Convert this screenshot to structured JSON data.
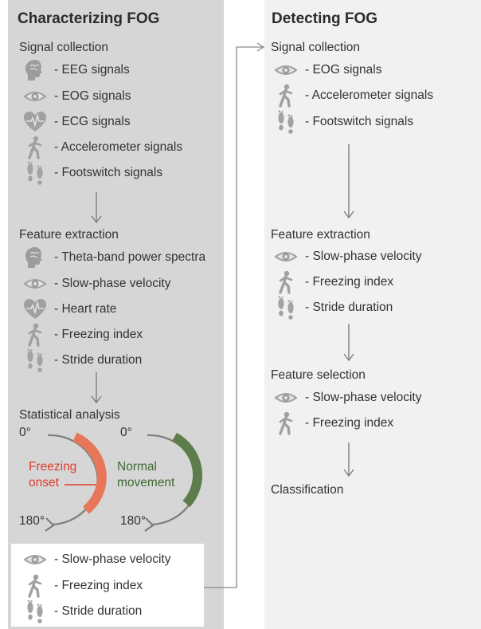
{
  "left_panel": {
    "title": "Characterizing FOG",
    "signal_collection": {
      "heading": "Signal collection",
      "items": [
        {
          "icon": "brain-icon",
          "label": "- EEG signals"
        },
        {
          "icon": "eye-icon",
          "label": "- EOG signals"
        },
        {
          "icon": "heart-icon",
          "label": "- ECG signals"
        },
        {
          "icon": "walking-person-icon",
          "label": "- Accelerometer signals"
        },
        {
          "icon": "footprints-icon",
          "label": "- Footswitch signals"
        }
      ]
    },
    "feature_extraction": {
      "heading": "Feature extraction",
      "items": [
        {
          "icon": "brain-icon",
          "label": "- Theta-band power spectra"
        },
        {
          "icon": "eye-icon",
          "label": "- Slow-phase velocity"
        },
        {
          "icon": "heart-icon",
          "label": "- Heart rate"
        },
        {
          "icon": "walking-person-icon",
          "label": "- Freezing index"
        },
        {
          "icon": "footprints-icon",
          "label": "- Stride duration"
        }
      ]
    },
    "statistical_analysis": {
      "heading": "Statistical analysis",
      "freezing_arc": {
        "start_label": "0°",
        "end_label": "180°",
        "line1": "Freezing",
        "line2": "onset",
        "color": "#e8775a"
      },
      "normal_arc": {
        "start_label": "0°",
        "end_label": "180°",
        "line1": "Normal",
        "line2": "movement",
        "color": "#5d7d4c"
      }
    },
    "selected_features": {
      "items": [
        {
          "icon": "eye-icon",
          "label": "- Slow-phase velocity"
        },
        {
          "icon": "walking-person-icon",
          "label": "- Freezing index"
        },
        {
          "icon": "footprints-icon",
          "label": "- Stride duration"
        }
      ]
    }
  },
  "right_panel": {
    "title": "Detecting FOG",
    "signal_collection": {
      "heading": "Signal collection",
      "items": [
        {
          "icon": "eye-icon",
          "label": "- EOG signals"
        },
        {
          "icon": "walking-person-icon",
          "label": "- Accelerometer signals"
        },
        {
          "icon": "footprints-icon",
          "label": "- Footswitch signals"
        }
      ]
    },
    "feature_extraction": {
      "heading": "Feature extraction",
      "items": [
        {
          "icon": "eye-icon",
          "label": "- Slow-phase velocity"
        },
        {
          "icon": "walking-person-icon",
          "label": "- Freezing index"
        },
        {
          "icon": "footprints-icon",
          "label": "- Stride duration"
        }
      ]
    },
    "feature_selection": {
      "heading": "Feature selection",
      "items": [
        {
          "icon": "eye-icon",
          "label": "- Slow-phase velocity"
        },
        {
          "icon": "walking-person-icon",
          "label": "- Freezing index"
        }
      ]
    },
    "classification": {
      "heading": "Classification"
    }
  },
  "colors": {
    "icon_gray": "#9a9a9a",
    "arrow_gray": "#7d7d7d",
    "freezing": "#e8775a",
    "freezing_text": "#e03a2a",
    "normal": "#5d7d4c",
    "normal_text": "#3f6b32"
  }
}
